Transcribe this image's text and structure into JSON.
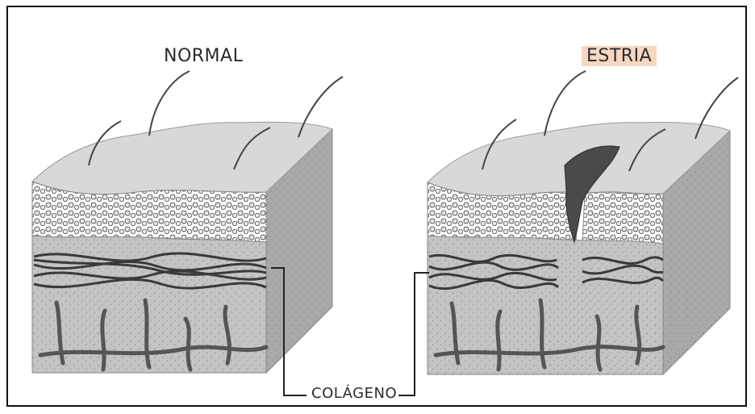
{
  "labels": {
    "normal": "NORMAL",
    "estria": "ESTRIA",
    "colageno": "COLÁGENO"
  },
  "colors": {
    "skin_top": "#d6d6d6",
    "skin_front": "#bdbdbd",
    "skin_side": "#a8a8a8",
    "fiber": "#3a3a3a",
    "highlight": "#f5d7c2"
  }
}
